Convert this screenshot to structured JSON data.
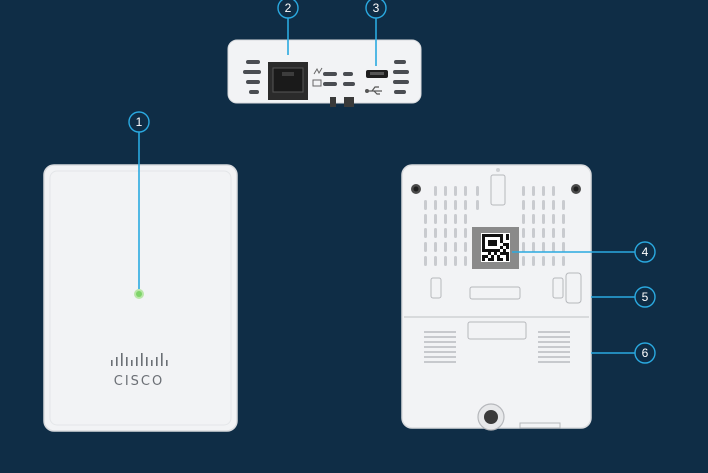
{
  "brand": {
    "wordmark": "CISCO"
  },
  "callouts": [
    {
      "number": "1",
      "part": "LED indicator"
    },
    {
      "number": "2",
      "part": "Ethernet port"
    },
    {
      "number": "3",
      "part": "Micro-USB port"
    },
    {
      "number": "4",
      "part": "QR code label"
    },
    {
      "number": "5",
      "part": "Side edge"
    },
    {
      "number": "6",
      "part": "Mounting bracket"
    }
  ],
  "colors": {
    "background": "#0f2d46",
    "device_body": "#f2f3f5",
    "callout_line": "#2aa9e0",
    "led": "#7fd36a",
    "port_dark": "#2b2b2b",
    "qr_label": "#8a8a8a"
  },
  "icons": {
    "usb": "usb-trident-icon",
    "ethernet_link": "link-activity-icon"
  }
}
